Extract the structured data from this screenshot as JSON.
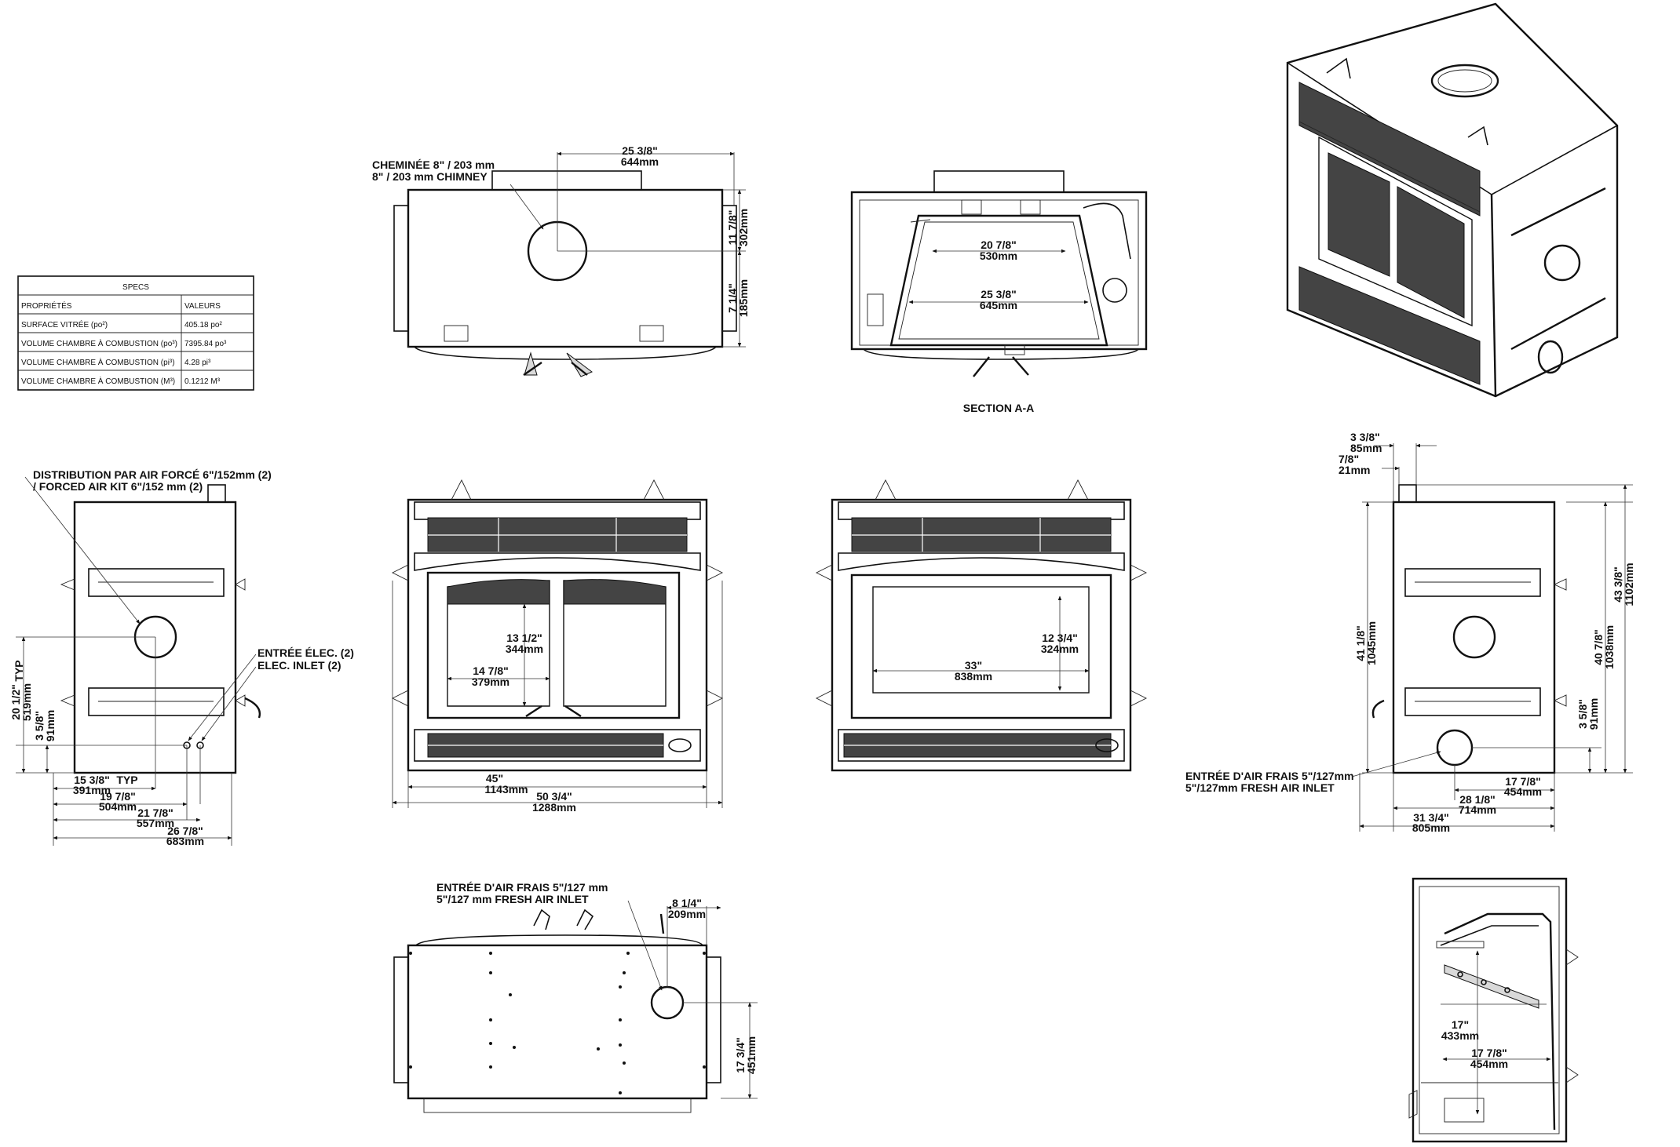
{
  "specs_table": {
    "title": "SPECS",
    "header": [
      "PROPRIÉTÉS",
      "VALEURS"
    ],
    "rows": [
      [
        "SURFACE VITRÉE (po²)",
        "405.18 po²"
      ],
      [
        "VOLUME CHAMBRE À COMBUSTION (po³)",
        "7395.84 po³"
      ],
      [
        "VOLUME CHAMBRE À COMBUSTION (pi³)",
        "4.28 pi³"
      ],
      [
        "VOLUME CHAMBRE À COMBUSTION (M³)",
        "0.1212 M³"
      ]
    ]
  },
  "top_view": {
    "chimney_label_fr": "CHEMINÉE 8\" / 203 mm",
    "chimney_label_en": "8\" / 203 mm CHIMNEY",
    "dim_width": [
      "25  3/8\"",
      "644mm"
    ],
    "dim_depth_a": [
      "11  7/8\"",
      "302mm"
    ],
    "dim_depth_b": [
      "7  1/4\"",
      "185mm"
    ]
  },
  "section_view": {
    "dim_top": [
      "20  7/8\"",
      "530mm"
    ],
    "dim_bottom": [
      "25  3/8\"",
      "645mm"
    ],
    "caption": "SECTION A-A"
  },
  "left_side_view": {
    "forced_air_fr": "DISTRIBUTION PAR AIR FORCÉ 6\"/152mm (2)",
    "forced_air_en": "/ FORCED AIR KIT  6\"/152 mm (2)",
    "elec_fr": "ENTRÉE ÉLEC. (2)",
    "elec_en": "ELEC. INLET (2)",
    "typ_vertical": "TYP",
    "typ_horizontal": "TYP",
    "dim_h1": [
      "20  1/2\"",
      "519mm"
    ],
    "dim_h2": [
      "3  5/8\"",
      "91mm"
    ],
    "dim_w1": [
      "15  3/8\"",
      "391mm"
    ],
    "dim_w2": [
      "19  7/8\"",
      "504mm"
    ],
    "dim_w3": [
      "21  7/8\"",
      "557mm"
    ],
    "dim_w4": [
      "26  7/8\"",
      "683mm"
    ]
  },
  "front_view_1": {
    "dim_glass_h": [
      "13  1/2\"",
      "344mm"
    ],
    "dim_glass_w": [
      "14  7/8\"",
      "379mm"
    ],
    "dim_width_inner": [
      "45\"",
      "1143mm"
    ],
    "dim_width_outer": [
      "50  3/4\"",
      "1288mm"
    ]
  },
  "front_view_2": {
    "dim_glass_h": [
      "12  3/4\"",
      "324mm"
    ],
    "dim_glass_w": [
      "33\"",
      "838mm"
    ]
  },
  "right_side_view": {
    "dim_top_a": [
      "3  3/8\"",
      "85mm"
    ],
    "dim_top_b": [
      "7/8\"",
      "21mm"
    ],
    "dim_h_left": [
      "41  1/8\"",
      "1045mm"
    ],
    "dim_h_right_a": [
      "43  3/8\"",
      "1102mm"
    ],
    "dim_h_right_b": [
      "40  7/8\"",
      "1038mm"
    ],
    "dim_inlet_h": [
      "3  5/8\"",
      "91mm"
    ],
    "fresh_air_fr": "ENTRÉE D'AIR FRAIS 5\"/127mm",
    "fresh_air_en": "5\"/127mm FRESH AIR INLET",
    "dim_w1": [
      "17  7/8\"",
      "454mm"
    ],
    "dim_w2": [
      "28  1/8\"",
      "714mm"
    ],
    "dim_w3": [
      "31  3/4\"",
      "805mm"
    ]
  },
  "bottom_view": {
    "fresh_air_fr": "ENTRÉE D'AIR FRAIS 5\"/127 mm",
    "fresh_air_en": "5\"/127 mm FRESH AIR INLET",
    "dim_a": [
      "8  1/4\"",
      "209mm"
    ],
    "dim_b": [
      "17  3/4\"",
      "451mm"
    ]
  },
  "cutaway_view": {
    "dim_a": [
      "17\"",
      "433mm"
    ],
    "dim_b": [
      "17  7/8\"",
      "454mm"
    ]
  }
}
